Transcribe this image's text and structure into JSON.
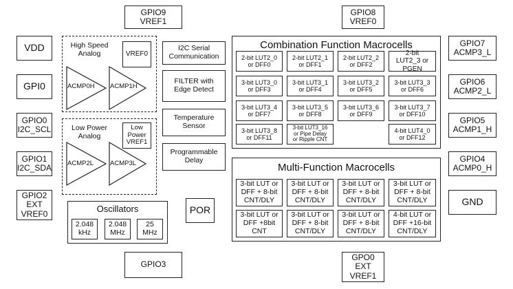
{
  "pins": {
    "gpio9": "GPIO9\nVREF1",
    "gpio8": "GPIO8\nVREF0",
    "vdd": "VDD",
    "gpi0": "GPI0",
    "gpio0": "GPIO0\nI2C_SCL",
    "gpio1": "GPIO1\nI2C_SDA",
    "gpio2": "GPIO2\nEXT\nVREF0",
    "gpio7": "GPIO7\nACMP3_L",
    "gpio6": "GPIO6\nACMP2_L",
    "gpio5": "GPIO5\nACMP1_H",
    "gpio4": "GPIO4\nACMP0_H",
    "gnd": "GND",
    "gpio3": "GPIO3",
    "gpo0": "GPO0\nEXT\nVREF1"
  },
  "high_speed": {
    "title": "High Speed\nAnalog",
    "vref": "VREF0",
    "acmp0": "ACMP0H",
    "acmp1": "ACMP1H"
  },
  "low_power": {
    "title": "Low Power\nAnalog",
    "vref": "Low\nPower\nVREF1",
    "acmp2": "ACMP2L",
    "acmp3": "ACMP3L"
  },
  "oscillators": {
    "title": "Oscillators",
    "freqs": [
      "2.048\nkHz",
      "2.048\nMHz",
      "25\nMHz"
    ]
  },
  "functions": {
    "i2c": "I2C Serial\nCommunication",
    "filter": "FILTER with\nEdge Detect",
    "temp": "Temperature\nSensor",
    "delay": "Programmable\nDelay",
    "por": "POR"
  },
  "combination": {
    "title": "Combination Function Macrocells",
    "cells": [
      "2-bit LUT2_0\nor DFF0",
      "2-bit LUT2_1\nor DFF1",
      "2-bit LUT2_2\nor DFF2",
      "2-bit\nLUT2_3 or\nPGEN",
      "3-bit LUT3_0\nor DFF3",
      "3-bit LUT3_1\nor DFF4",
      "3-bit LUT3_2\nor DFF5",
      "3-bit LUT3_3\nor DFF6",
      "3-bit LUT3_4\nor DFF7",
      "3-bit LUT3_5\nor DFF8",
      "3-bit LUT3_6\nor DFF9",
      "3-bit LUT3_7\nor DFF10",
      "3-bit LUT3_8\nor DFF11",
      "3-bit LUT3_16\nor Pipe Delay\nor Ripple CNT",
      "4-bit LUT4_0\nor DFF12"
    ]
  },
  "multi": {
    "title": "Multi-Function Macrocells",
    "cells": [
      "3-bit LUT or\nDFF + 8-bit\nCNT/DLY",
      "3-bit LUT or\nDFF + 8-bit\nCNT/DLY",
      "3-bit LUT or\nDFF + 8-bit\nCNT/DLY",
      "3-bit LUT or\nDFF + 8-bit\nCNT/DLY",
      "3-bit LUT or\nDFF +8bit\nCNT",
      "3-bit LUT or\nDFF + 8-bit\nCNT/DLY",
      "3-bit LUT or\nDFF + 8-bit\nCNT/DLY",
      "4-bit LUT or\nDFF +16-bit\nCNT/DLY"
    ]
  }
}
